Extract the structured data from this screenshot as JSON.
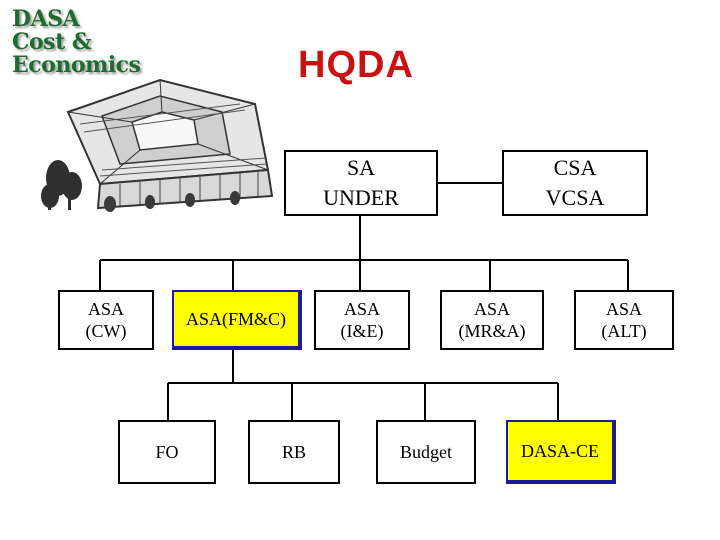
{
  "logo": {
    "line1": "DASA",
    "line2": "Cost &",
    "line3": "Economics"
  },
  "title": "HQDA",
  "top_boxes": [
    {
      "line1": "SA",
      "line2": "UNDER"
    },
    {
      "line1": "CSA",
      "line2": "VCSA"
    }
  ],
  "asa_boxes": [
    {
      "line1": "ASA",
      "line2": "(CW)",
      "highlighted": false
    },
    {
      "line1": "ASA(FM&C)",
      "line2": "",
      "highlighted": true
    },
    {
      "line1": "ASA",
      "line2": "(I&E)",
      "highlighted": false
    },
    {
      "line1": "ASA",
      "line2": "(MR&A)",
      "highlighted": false
    },
    {
      "line1": "ASA",
      "line2": "(ALT)",
      "highlighted": false
    }
  ],
  "sub_boxes": [
    {
      "label": "FO",
      "highlighted": false
    },
    {
      "label": "RB",
      "highlighted": false
    },
    {
      "label": "Budget",
      "highlighted": false
    },
    {
      "label": "DASA-CE",
      "highlighted": true
    }
  ],
  "colors": {
    "highlight_fill": "#ffff00",
    "highlight_border": "#1a1aa0",
    "title": "#cc1111",
    "logo": "#1e6b2e"
  }
}
